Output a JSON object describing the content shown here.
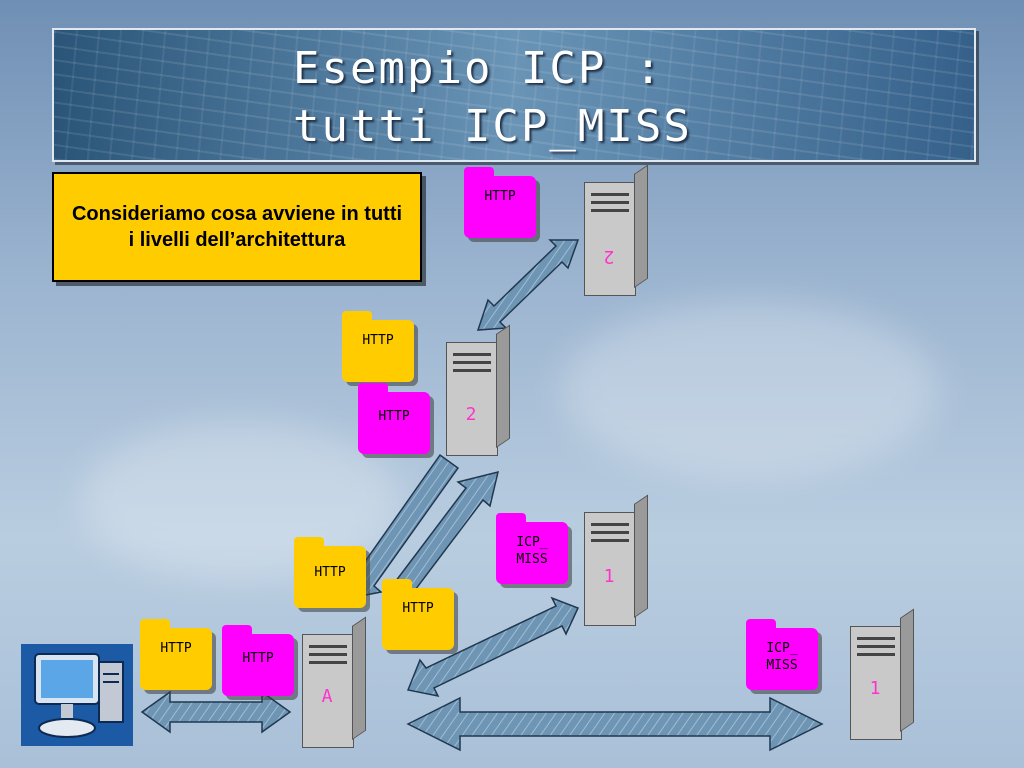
{
  "title": {
    "line1": "Esempio ICP :",
    "line2": "tutti ICP_MISS"
  },
  "callout": {
    "text": "Consideriamo cosa avviene in tutti i livelli dell’architettura"
  },
  "folders": {
    "http": "HTTP",
    "icp_miss_line1": "ICP_",
    "icp_miss_line2": "MISS"
  },
  "servers": {
    "top": "2",
    "middle": "2",
    "level1_center": "1",
    "level1_right": "1",
    "proxy_a": "A"
  },
  "colors": {
    "callout_fill": "#ffcc00",
    "folder_yellow": "#ffcc00",
    "folder_magenta": "#ff00ff",
    "server_label": "#ff33cc",
    "arrow_fill": "#6f95b4"
  },
  "icons": {
    "client": "computer-icon",
    "server": "server-tower-icon",
    "folder": "folder-icon"
  }
}
